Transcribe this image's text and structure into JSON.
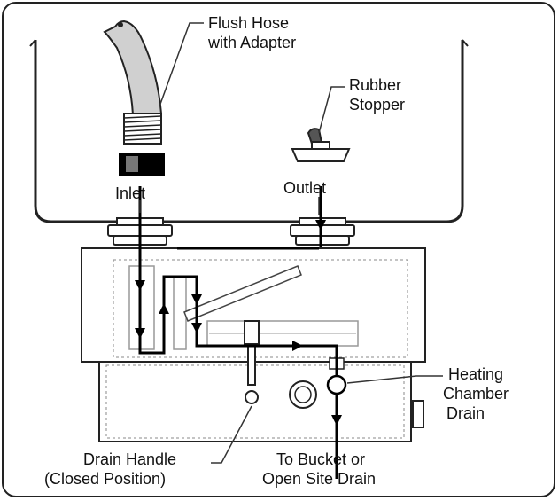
{
  "labels": {
    "flush_hose_line1": "Flush Hose",
    "flush_hose_line2": "with Adapter",
    "rubber_stopper_line1": "Rubber",
    "rubber_stopper_line2": "Stopper",
    "inlet": "Inlet",
    "outlet": "Outlet",
    "heating_chamber_line1": "Heating",
    "heating_chamber_line2": "Chamber",
    "heating_chamber_line3": "Drain",
    "drain_handle_line1": "Drain Handle",
    "drain_handle_line2": "(Closed Position)",
    "to_bucket_line1": "To Bucket or",
    "to_bucket_line2": "Open Site Drain"
  }
}
